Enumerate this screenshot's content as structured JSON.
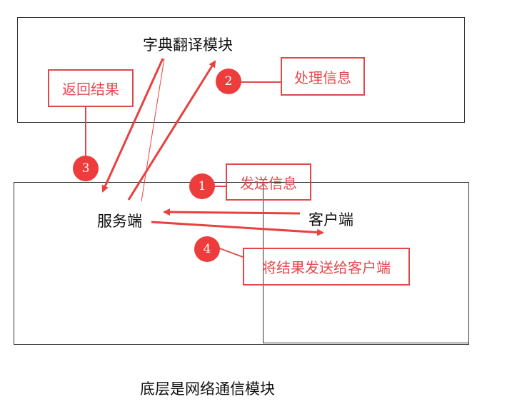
{
  "top_box": {
    "title": "字典翻译模块"
  },
  "server_label": "服务端",
  "client_label": "客户端",
  "bottom_caption": "底层是网络通信模块",
  "tags": {
    "return_result": "返回结果",
    "process_info": "处理信息",
    "send_info": "发送信息",
    "send_result_to_client": "将结果发送给客户端"
  },
  "badges": {
    "one": "1",
    "two": "2",
    "three": "3",
    "four": "4"
  },
  "colors": {
    "accent": "#e5494d",
    "badge": "#ee3b3b",
    "arrow": "#e8413f",
    "border": "#333333"
  }
}
